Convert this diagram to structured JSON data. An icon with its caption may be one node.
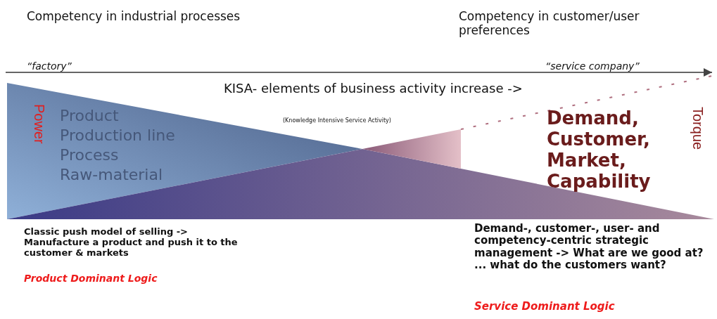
{
  "diagram": {
    "nodes": [
      {
        "text": [
          "Power",
          "Product",
          "Production line",
          "Process",
          "Raw-material"
        ]
      },
      {
        "text": [],
        "shape": "triangle"
      },
      {
        "text": [],
        "shape": "triangle"
      }
    ],
    "edges": [],
    "labels": [
      "Competency in industrial processes",
      "Competency in customer/user preferences",
      "“factory”",
      "“service company”",
      "Demand, Customer, Market, Capability",
      "Torque",
      "KISA- elements of business activity increase ->",
      "(Knowledge Intensive Service Activity)",
      "Classic push model of **selling** -> Manufacture a product and push it to the customer & markets",
      "Demand-, customer-, user- and competency-centric strategic management -> What are we good at? ... what do the customers want?",
      "Product Dominant Logic",
      "Service Dominant Logic"
    ]
  }
}
